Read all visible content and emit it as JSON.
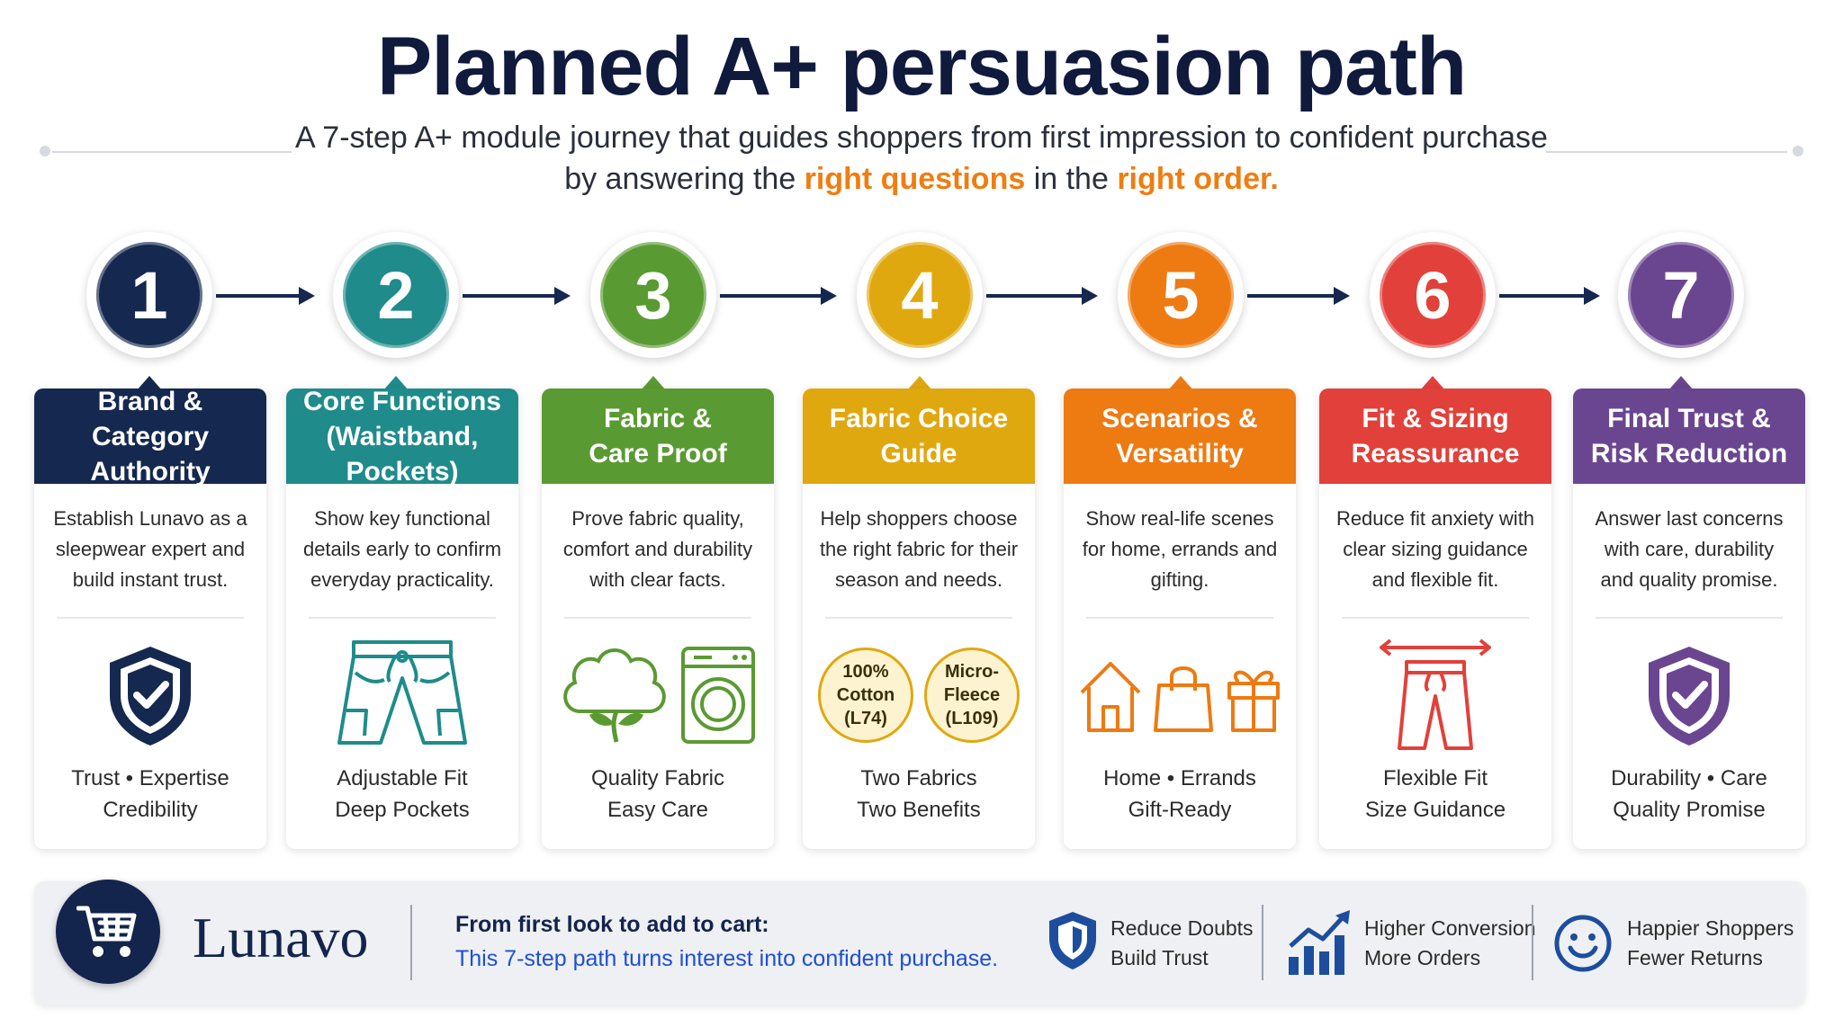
{
  "header": {
    "title": "Planned A+ persuasion path",
    "subtitle_line1": "A 7-step A+ module journey that guides shoppers from first impression to confident purchase",
    "subtitle_pre": "by answering the ",
    "subtitle_hl1": "right questions",
    "subtitle_mid": " in the ",
    "subtitle_hl2": "right order."
  },
  "steps": [
    {
      "number": "1",
      "color": "#15284f",
      "title": "Brand &\nCategory Authority",
      "description": "Establish Lunavo as a sleepwear expert and build instant trust.",
      "icon": "shield-check-icon",
      "footer1": "Trust • Expertise",
      "footer2": "Credibility"
    },
    {
      "number": "2",
      "color": "#1f8b8b",
      "title": "Core Functions\n(Waistband, Pockets)",
      "description": "Show key functional details early to confirm everyday practicality.",
      "icon": "shorts-icon",
      "footer1": "Adjustable Fit",
      "footer2": "Deep Pockets"
    },
    {
      "number": "3",
      "color": "#5a9a32",
      "title": "Fabric &\nCare Proof",
      "description": "Prove fabric quality, comfort and durability with clear facts.",
      "icon": "cotton-washer-icon",
      "footer1": "Quality Fabric",
      "footer2": "Easy Care"
    },
    {
      "number": "4",
      "color": "#e0a80f",
      "title": "Fabric Choice\nGuide",
      "description": "Help shoppers choose the right fabric for their season and needs.",
      "icon": "fabric-badges-icon",
      "badge1": [
        "100%",
        "Cotton",
        "(L74)"
      ],
      "badge2": [
        "Micro-",
        "Fleece",
        "(L109)"
      ],
      "footer1": "Two Fabrics",
      "footer2": "Two Benefits"
    },
    {
      "number": "5",
      "color": "#ee7a12",
      "title": "Scenarios &\nVersatility",
      "description": "Show real-life scenes for home, errands and gifting.",
      "icon": "home-bag-gift-icon",
      "footer1": "Home • Errands",
      "footer2": "Gift-Ready"
    },
    {
      "number": "6",
      "color": "#e2403a",
      "title": "Fit & Sizing\nReassurance",
      "description": "Reduce fit anxiety with clear sizing guidance and flexible fit.",
      "icon": "pants-measure-icon",
      "footer1": "Flexible Fit",
      "footer2": "Size Guidance"
    },
    {
      "number": "7",
      "color": "#6a4691",
      "title": "Final Trust &\nRisk Reduction",
      "description": "Answer last concerns with care, durability and quality promise.",
      "icon": "shield-check-icon",
      "footer1": "Durability • Care",
      "footer2": "Quality Promise"
    }
  ],
  "bottom": {
    "brand": "Lunavo",
    "tagline1": "From first look to add to cart:",
    "tagline2": "This 7-step path turns interest into confident purchase.",
    "benefits": [
      {
        "icon": "shield-icon",
        "line1": "Reduce Doubts",
        "line2": "Build Trust"
      },
      {
        "icon": "growth-chart-icon",
        "line1": "Higher Conversion",
        "line2": "More Orders"
      },
      {
        "icon": "smiley-icon",
        "line1": "Happier Shoppers",
        "line2": "Fewer Returns"
      }
    ]
  }
}
